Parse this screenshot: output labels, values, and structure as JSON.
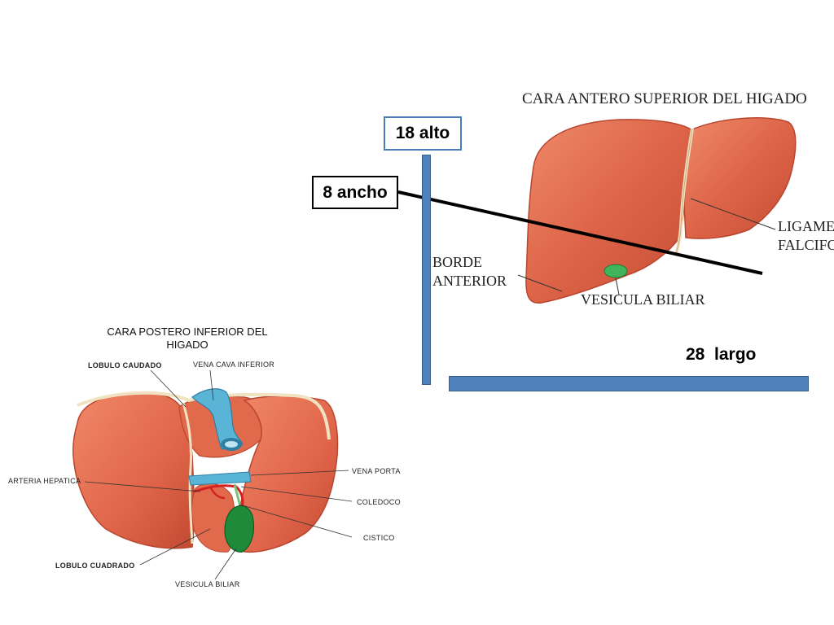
{
  "measurements": {
    "height_label": "18 alto",
    "width_label": "8 ancho",
    "length_label": "28  largo"
  },
  "anterior_view": {
    "title": "CARA ANTERO SUPERIOR DEL HIGADO",
    "labels": {
      "borde_line1": "BORDE",
      "borde_line2": "ANTERIOR",
      "vesicula": "VESICULA BILIAR",
      "ligamento_line1": "LIGAMENTO",
      "ligamento_line2": "FALCIFORME"
    },
    "colors": {
      "liver": "#de6448",
      "liver_dark": "#b8452e",
      "gallbladder": "#3fb45a"
    }
  },
  "posterior_view": {
    "title_line1": "CARA POSTERO INFERIOR DEL",
    "title_line2": "HIGADO",
    "labels": {
      "lobulo_caudado": "LOBULO CAUDADO",
      "vena_cava": "VENA CAVA INFERIOR",
      "vena_porta": "VENA PORTA",
      "arteria_hepatica": "ARTERIA HEPATICA",
      "coledoco": "COLEDOCO",
      "cistico": "CISTICO",
      "lobulo_cuadrado": "LOBULO CUADRADO",
      "vesicula": "VESICULA BILIAR"
    },
    "colors": {
      "vein": "#5ab4d6",
      "artery": "#d42020",
      "gallbladder": "#1f8a3a"
    }
  }
}
